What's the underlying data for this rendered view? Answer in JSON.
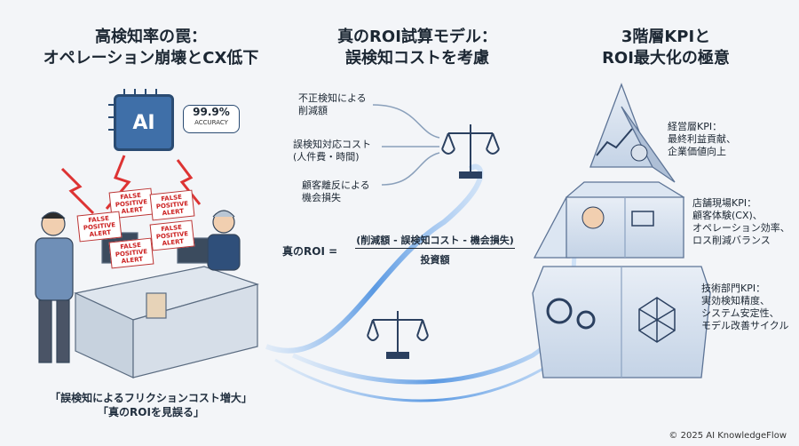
{
  "titles": {
    "left": [
      "高検知率の罠：",
      "オペレーション崩壊とCX低下"
    ],
    "middle": [
      "真のROI試算モデル：",
      "誤検知コストを考慮"
    ],
    "right": [
      "3階層KPIと",
      "ROI最大化の極意"
    ]
  },
  "left_panel": {
    "ai_label": "AI",
    "accuracy_value": "99.9%",
    "accuracy_label": "ACCURACY",
    "alerts": [
      "FALSE POSITIVE ALERT",
      "FALSE POSITIVE ALERT",
      "FALSE POSITIVE ALERT",
      "FALSE POSITIVE ALERT",
      "FALSE POSITIVE ALERT"
    ],
    "caption": [
      "「誤検知によるフリクションコスト増大」",
      "「真のROIを見誤る」"
    ]
  },
  "middle_panel": {
    "inputs": [
      [
        "不正検知による",
        "削減額"
      ],
      [
        "誤検知対応コスト",
        "(人件費・時間)"
      ],
      [
        "顧客離反による",
        "機会損失"
      ]
    ],
    "equation": {
      "lhs": "真のROI =",
      "numerator": "(削減額 - 誤検知コスト - 機会損失)",
      "denominator": "投資額"
    }
  },
  "right_panel": {
    "tiers": [
      {
        "title": "経営層KPI：",
        "lines": [
          "最終利益貢献、",
          "企業価値向上"
        ]
      },
      {
        "title": "店舗現場KPI：",
        "lines": [
          "顧客体験(CX)、",
          "オペレーション効率、",
          "ロス削減バランス"
        ]
      },
      {
        "title": "技術部門KPI：",
        "lines": [
          "実効検知精度、",
          "システム安定性、",
          "モデル改善サイクル"
        ]
      }
    ]
  },
  "footer": "© 2025 AI KnowledgeFlow",
  "colors": {
    "accent": "#3f6fa8",
    "alert": "#c22222",
    "flow": "#4a8fe0"
  }
}
